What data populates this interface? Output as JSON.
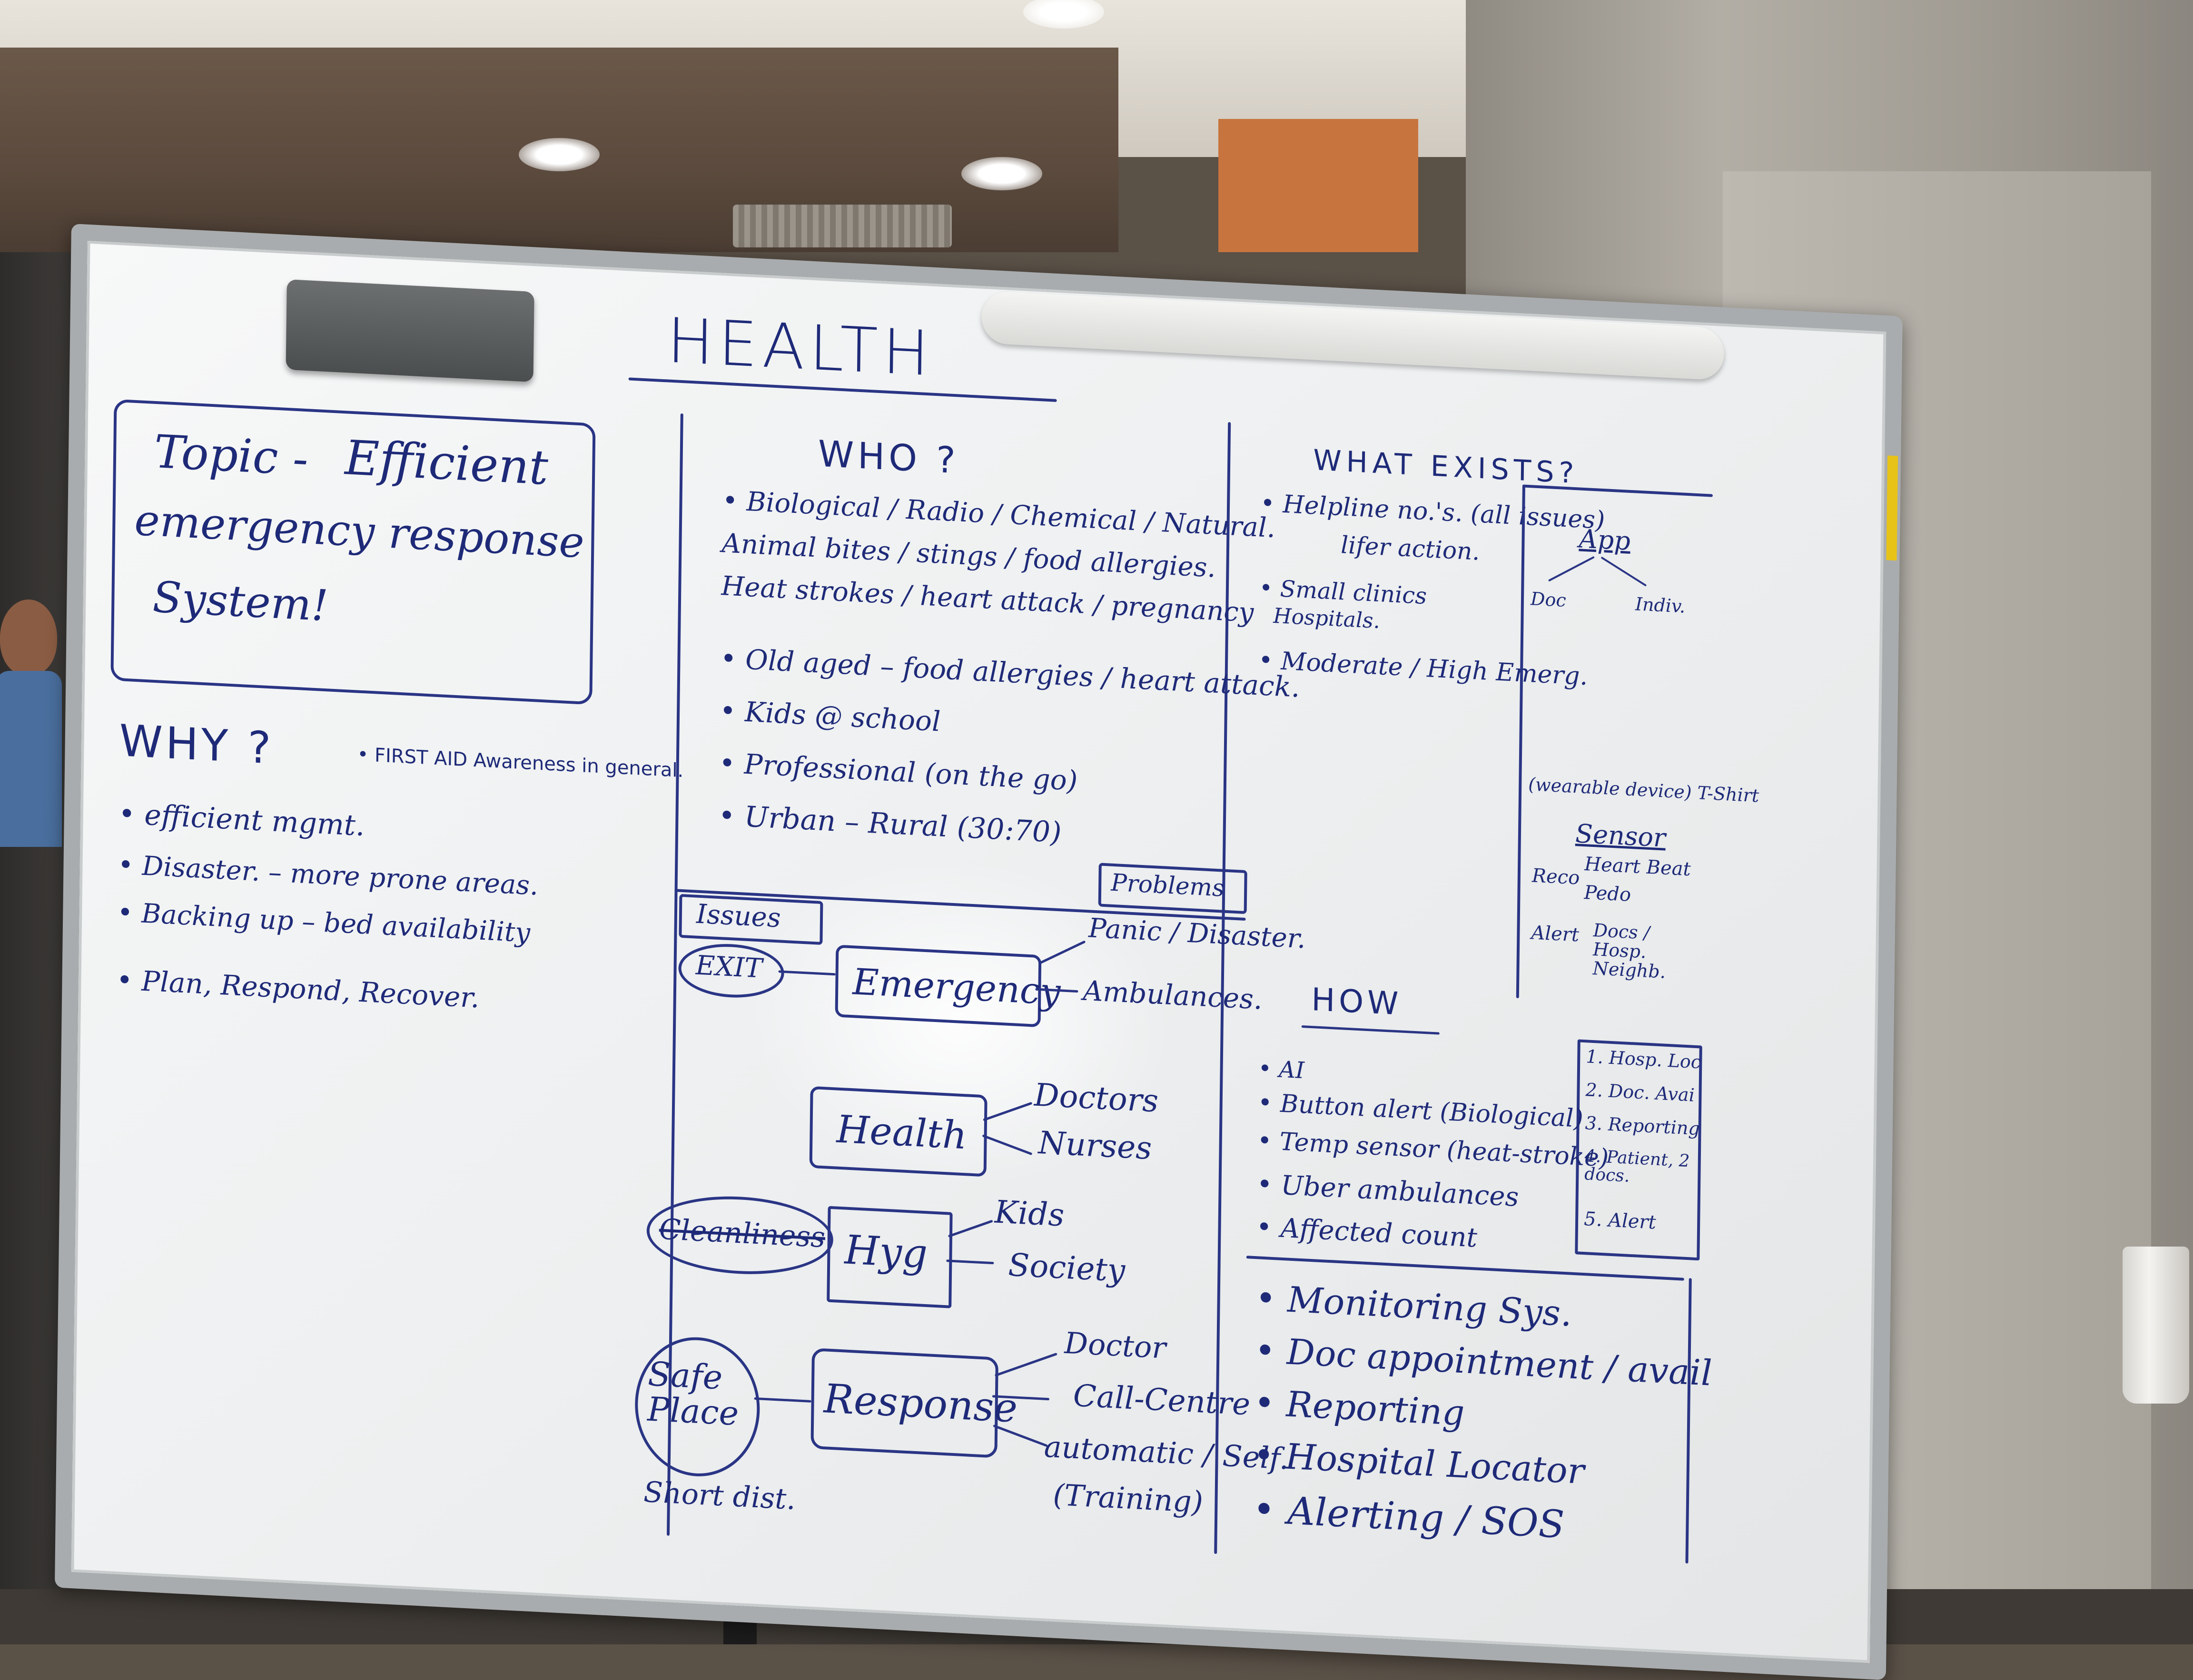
{
  "board": {
    "title": "HEALTH",
    "topic": {
      "label": "Topic -",
      "line1": "Efficient",
      "line2": "emergency response",
      "line3": "System!"
    },
    "why": {
      "heading": "WHY ?",
      "note": "• FIRST AID Awareness in general.",
      "items": [
        "• efficient mgmt.",
        "• Disaster. – more prone areas.",
        "• Backing up – bed availability",
        "• Plan, Respond, Recover."
      ]
    },
    "who": {
      "heading": "WHO ?",
      "items": [
        "• Biological / Radio / Chemical / Natural.",
        "Animal bites / stings / food allergies.",
        "Heat strokes / heart attack / pregnancy",
        "• Old aged – food allergies / heart attack.",
        "• Kids @ school",
        "• Professional (on the go)",
        "• Urban – Rural (30:70)"
      ]
    },
    "issues": {
      "issues_label": "Issues",
      "problems_label": "Problems",
      "exit_label": "EXIT",
      "emergency": "Emergency",
      "emergency_branches": [
        "Panic / Disaster.",
        "Ambulances."
      ],
      "health": "Health",
      "health_branches": [
        "Doctors",
        "Nurses"
      ],
      "cleanliness": "Cleanliness",
      "hyg": "Hyg",
      "hyg_branches": [
        "Kids",
        "Society"
      ],
      "response": "Response",
      "response_branches": [
        "Doctor",
        "Call-Centre",
        "automatic / Self.",
        "(Training)"
      ],
      "safe_place": "Safe Place",
      "short_dist": "Short dist."
    },
    "what_exists": {
      "heading": "WHAT EXISTS?",
      "items": [
        "• Helpline no.'s. (all issues)",
        "lifer action.",
        "• Small clinics",
        "Hospitals.",
        "• Moderate / High Emerg."
      ],
      "app_label": "App",
      "app_branches": [
        "Doc",
        "Indiv."
      ],
      "sensor_note": "(wearable device) T-Shirt",
      "sensor_label": "Sensor",
      "reco_label": "Reco",
      "reco_items": [
        "Heart Beat",
        "Pedo"
      ],
      "alert_label": "Alert",
      "alert_target": "Docs / Hosp. Neighb.",
      "numbered": [
        "1. Hosp. Loc",
        "2. Doc. Avai",
        "3. Reporting",
        "4. Patient, 2 docs.",
        "5. Alert"
      ]
    },
    "how": {
      "heading": "HOW",
      "items": [
        "• AI",
        "• Button alert (Biological)",
        "• Temp sensor (heat-stroke)",
        "• Uber ambulances",
        "• Affected count"
      ],
      "features": [
        "• Monitoring Sys.",
        "• Doc appointment / avail",
        "• Reporting",
        "• Hospital Locator",
        "• Alerting / SOS"
      ]
    }
  }
}
